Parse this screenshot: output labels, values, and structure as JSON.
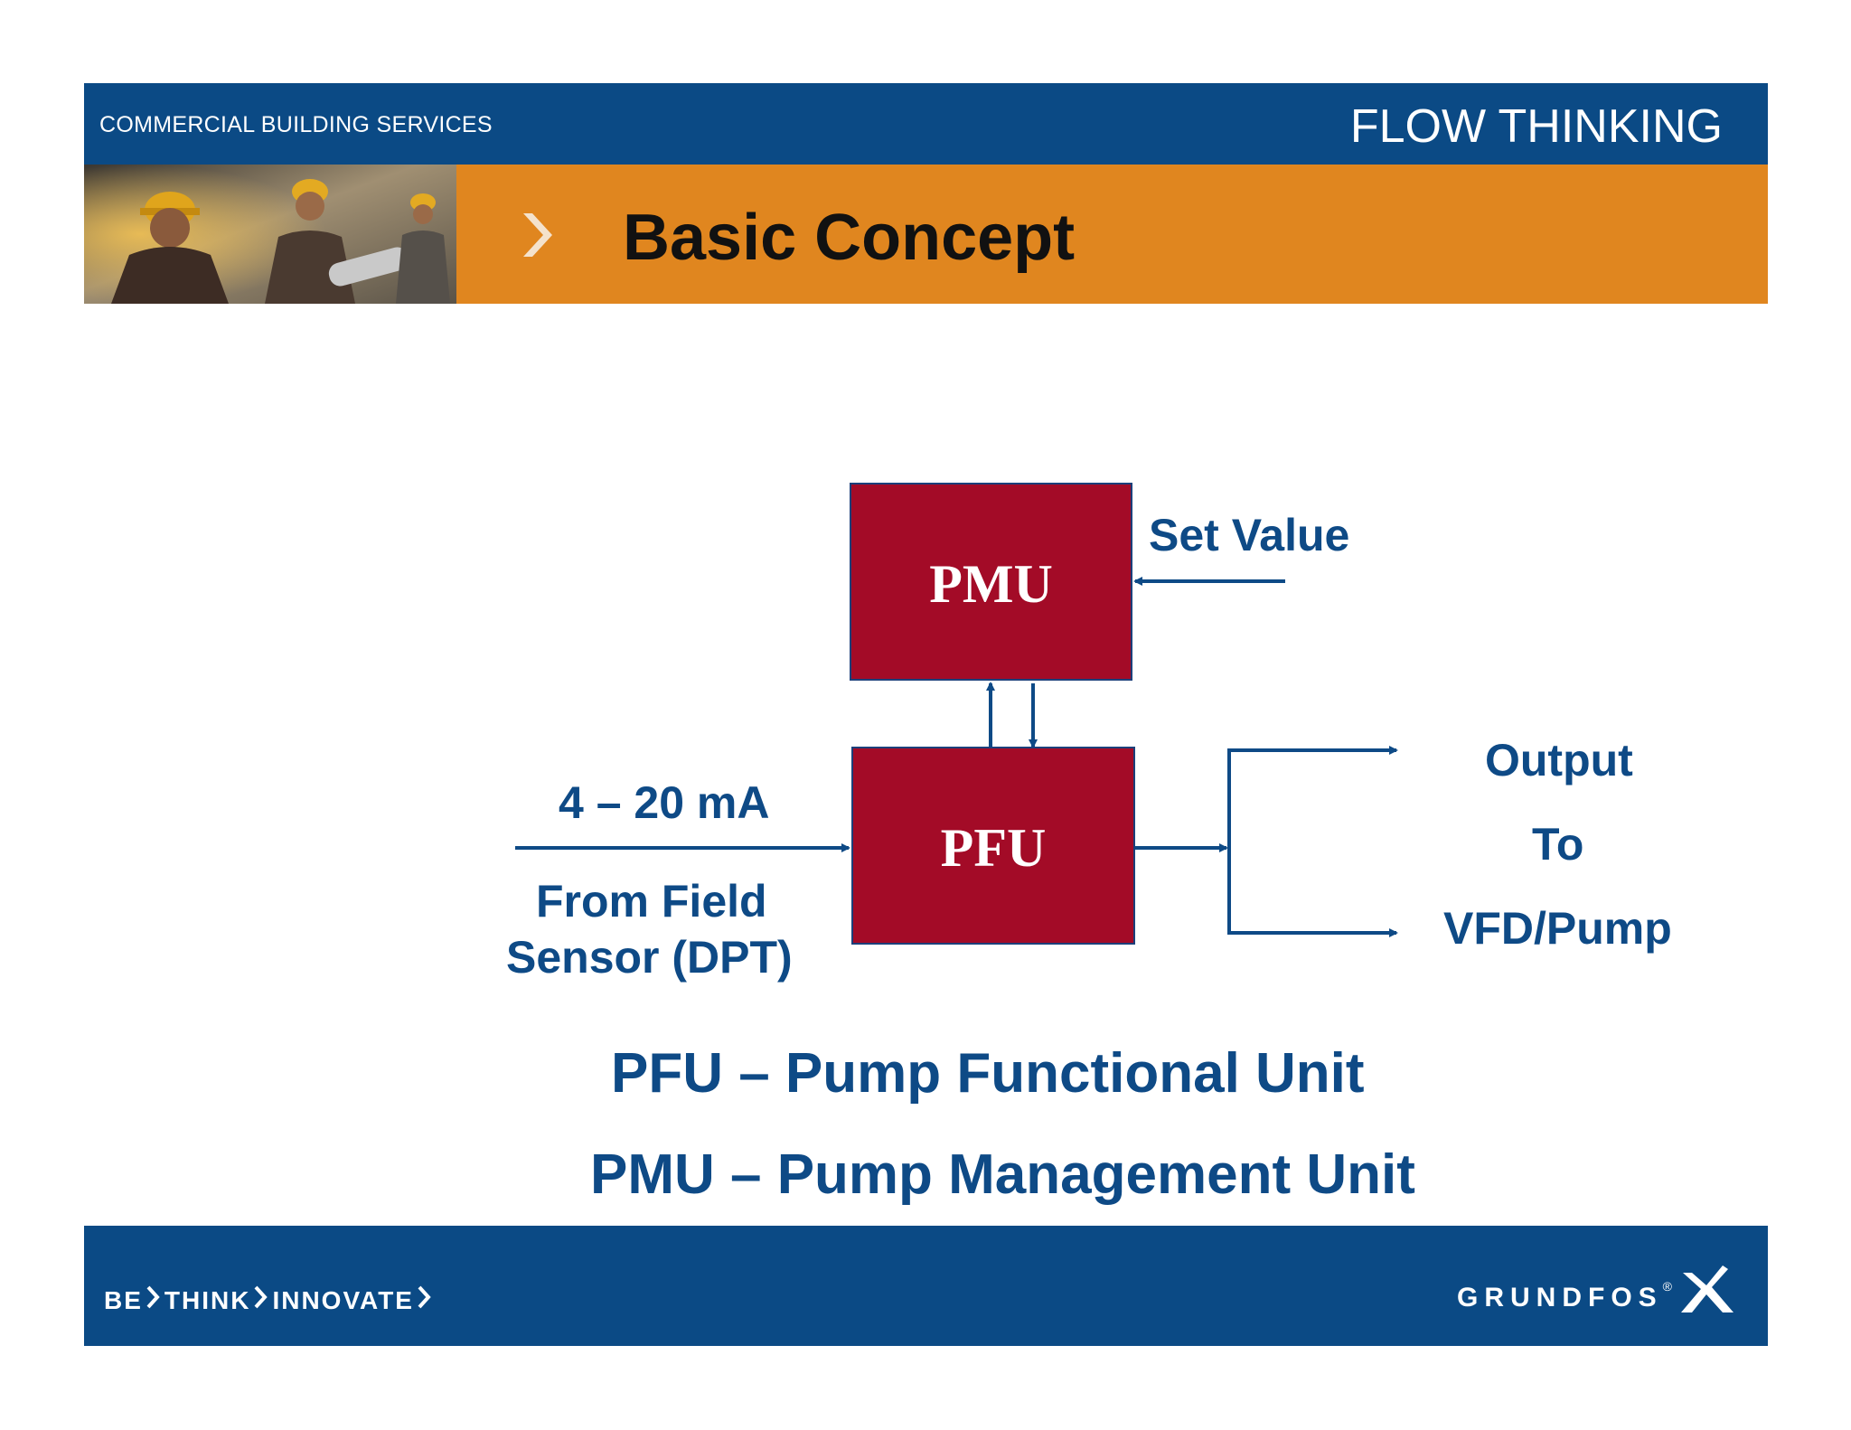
{
  "header": {
    "left_text": "COMMERCIAL BUILDING SERVICES",
    "right_text": "FLOW THINKING"
  },
  "title": {
    "text": "Basic Concept"
  },
  "diagram": {
    "pmu_label": "PMU",
    "pfu_label": "PFU",
    "set_value": "Set Value",
    "input_signal": "4 – 20 mA",
    "input_source_line1": "From Field",
    "input_source_line2": "Sensor (DPT)",
    "output_line1": "Output",
    "output_line2": "To",
    "output_line3": "VFD/Pump"
  },
  "legend": {
    "pfu_definition": "PFU – Pump Functional Unit",
    "pmu_definition": "PMU – Pump Management Unit"
  },
  "footer": {
    "slogan_word1": "BE",
    "slogan_word2": "THINK",
    "slogan_word3": "INNOVATE",
    "brand_name": "GRUNDFOS",
    "brand_mark": "®"
  },
  "colors": {
    "header_blue": "#0b4a85",
    "title_orange": "#e0861f",
    "box_red": "#a30b27",
    "text_blue": "#0e4a86"
  }
}
